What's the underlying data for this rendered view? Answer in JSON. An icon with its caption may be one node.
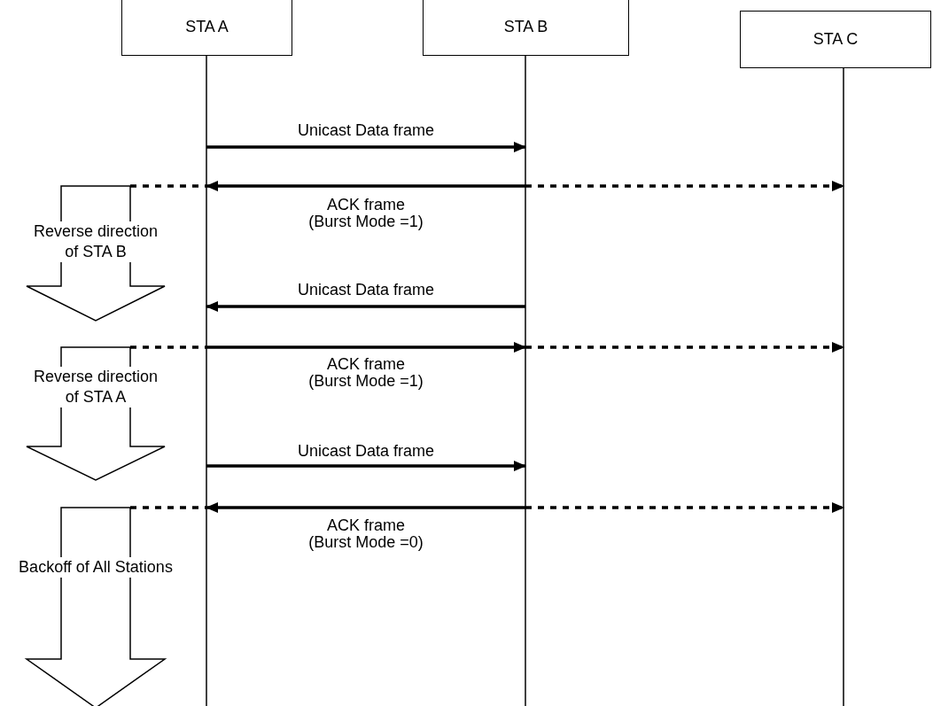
{
  "diagram": {
    "nodes": [
      {
        "text": [
          "STA A"
        ]
      },
      {
        "text": [
          "STA B"
        ]
      },
      {
        "text": [
          "STA C"
        ]
      },
      {
        "text": [
          "Reverse direction of STA B"
        ]
      },
      {
        "text": [
          "Reverse direction of STA A"
        ]
      },
      {
        "text": [
          "Backoff of All Stations"
        ]
      }
    ],
    "edges": [
      {
        "from": 0,
        "to": 1,
        "arrow": "to",
        "label": "Unicast Data frame"
      },
      {
        "from": 1,
        "to": 0,
        "arrow": "to",
        "label": "ACK frame (Burst Mode =1)"
      },
      {
        "from": 1,
        "to": 2,
        "arrow": "to",
        "style": "dashed"
      },
      {
        "from": 3,
        "to": 0,
        "arrow": "none",
        "style": "dashed"
      },
      {
        "from": 1,
        "to": 0,
        "arrow": "to",
        "label": "Unicast Data frame"
      },
      {
        "from": 0,
        "to": 1,
        "arrow": "to",
        "label": "ACK frame (Burst Mode =1)"
      },
      {
        "from": 1,
        "to": 2,
        "arrow": "to",
        "style": "dashed"
      },
      {
        "from": 4,
        "to": 0,
        "arrow": "none",
        "style": "dashed"
      },
      {
        "from": 0,
        "to": 1,
        "arrow": "to",
        "label": "Unicast Data frame"
      },
      {
        "from": 1,
        "to": 0,
        "arrow": "to",
        "label": "ACK frame (Burst Mode =0)"
      },
      {
        "from": 1,
        "to": 2,
        "arrow": "to",
        "style": "dashed"
      },
      {
        "from": 5,
        "to": 0,
        "arrow": "none",
        "style": "dashed"
      }
    ]
  }
}
